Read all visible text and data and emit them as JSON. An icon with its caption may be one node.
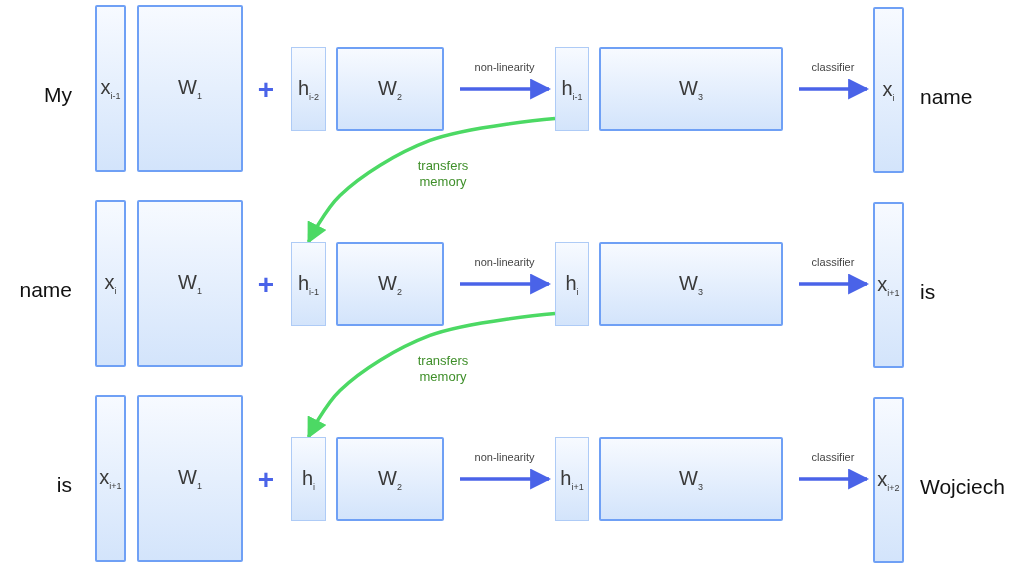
{
  "diagram": {
    "nodes": [
      {
        "text": [
          "x$_{i-1}$"
        ]
      },
      {
        "text": [
          "W$_{1}$"
        ]
      },
      {
        "text": [
          "h$_{i-2}$"
        ]
      },
      {
        "text": [
          "W$_{2}$"
        ]
      },
      {
        "text": [
          "h$_{i-1}$"
        ]
      },
      {
        "text": [
          "W$_{3}$"
        ]
      },
      {
        "text": [
          "x$_{i}$"
        ]
      },
      {
        "text": [
          "x$_{i}$"
        ]
      },
      {
        "text": [
          "W$_{1}$"
        ]
      },
      {
        "text": [
          "h$_{i-1}$"
        ]
      },
      {
        "text": [
          "W$_{2}$"
        ]
      },
      {
        "text": [
          "h$_{i}$"
        ]
      },
      {
        "text": [
          "W$_{3}$"
        ]
      },
      {
        "text": [
          "x$_{i+1}$"
        ]
      },
      {
        "text": [
          "x$_{i+1}$"
        ]
      },
      {
        "text": [
          "W$_{1}$"
        ]
      },
      {
        "text": [
          "h$_{i}$"
        ]
      },
      {
        "text": [
          "W$_{2}$"
        ]
      },
      {
        "text": [
          "h$_{i+1}$"
        ]
      },
      {
        "text": [
          "W$_{3}$"
        ]
      },
      {
        "text": [
          "x$_{i+2}$"
        ]
      }
    ],
    "edges": [
      {
        "from": 3,
        "to": 4,
        "arrow": "to",
        "label": "non-linearity"
      },
      {
        "from": 5,
        "to": 6,
        "arrow": "to",
        "label": "classifier"
      },
      {
        "from": 4,
        "to": 9,
        "arrow": "to",
        "label": "transfers memory",
        "color": "#4cd964"
      },
      {
        "from": 10,
        "to": 11,
        "arrow": "to",
        "label": "non-linearity"
      },
      {
        "from": 12,
        "to": 13,
        "arrow": "to",
        "label": "classifier"
      },
      {
        "from": 11,
        "to": 16,
        "arrow": "to",
        "label": "transfers memory",
        "color": "#4cd964"
      },
      {
        "from": 17,
        "to": 18,
        "arrow": "to",
        "label": "non-linearity"
      },
      {
        "from": 19,
        "to": 20,
        "arrow": "to",
        "label": "classifier"
      }
    ],
    "labels": [
      "My",
      "+",
      "name",
      "name",
      "+",
      "is",
      "is",
      "+",
      "Wojciech"
    ]
  }
}
